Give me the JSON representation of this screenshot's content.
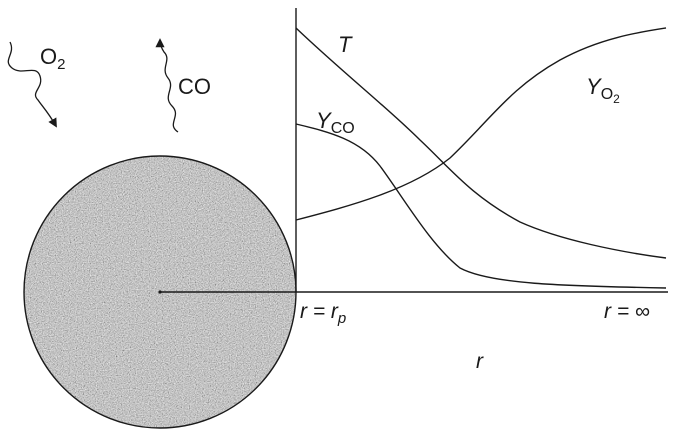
{
  "species": {
    "o2": {
      "base": "O",
      "sub": "2"
    },
    "co": {
      "text": "CO"
    }
  },
  "curves": {
    "temperature": {
      "label": "T"
    },
    "y_co": {
      "base": "Y",
      "sub": "CO"
    },
    "y_o2": {
      "base": "Y",
      "sub": "O",
      "subsub": "2"
    }
  },
  "axis": {
    "r_particle": {
      "prefix": "r = r",
      "sub": "p"
    },
    "r_infinity": {
      "text": "r = ∞"
    },
    "x_label": "r"
  },
  "particle": {
    "fill": "#9a9a9a",
    "outline": "#1a1a1a"
  }
}
